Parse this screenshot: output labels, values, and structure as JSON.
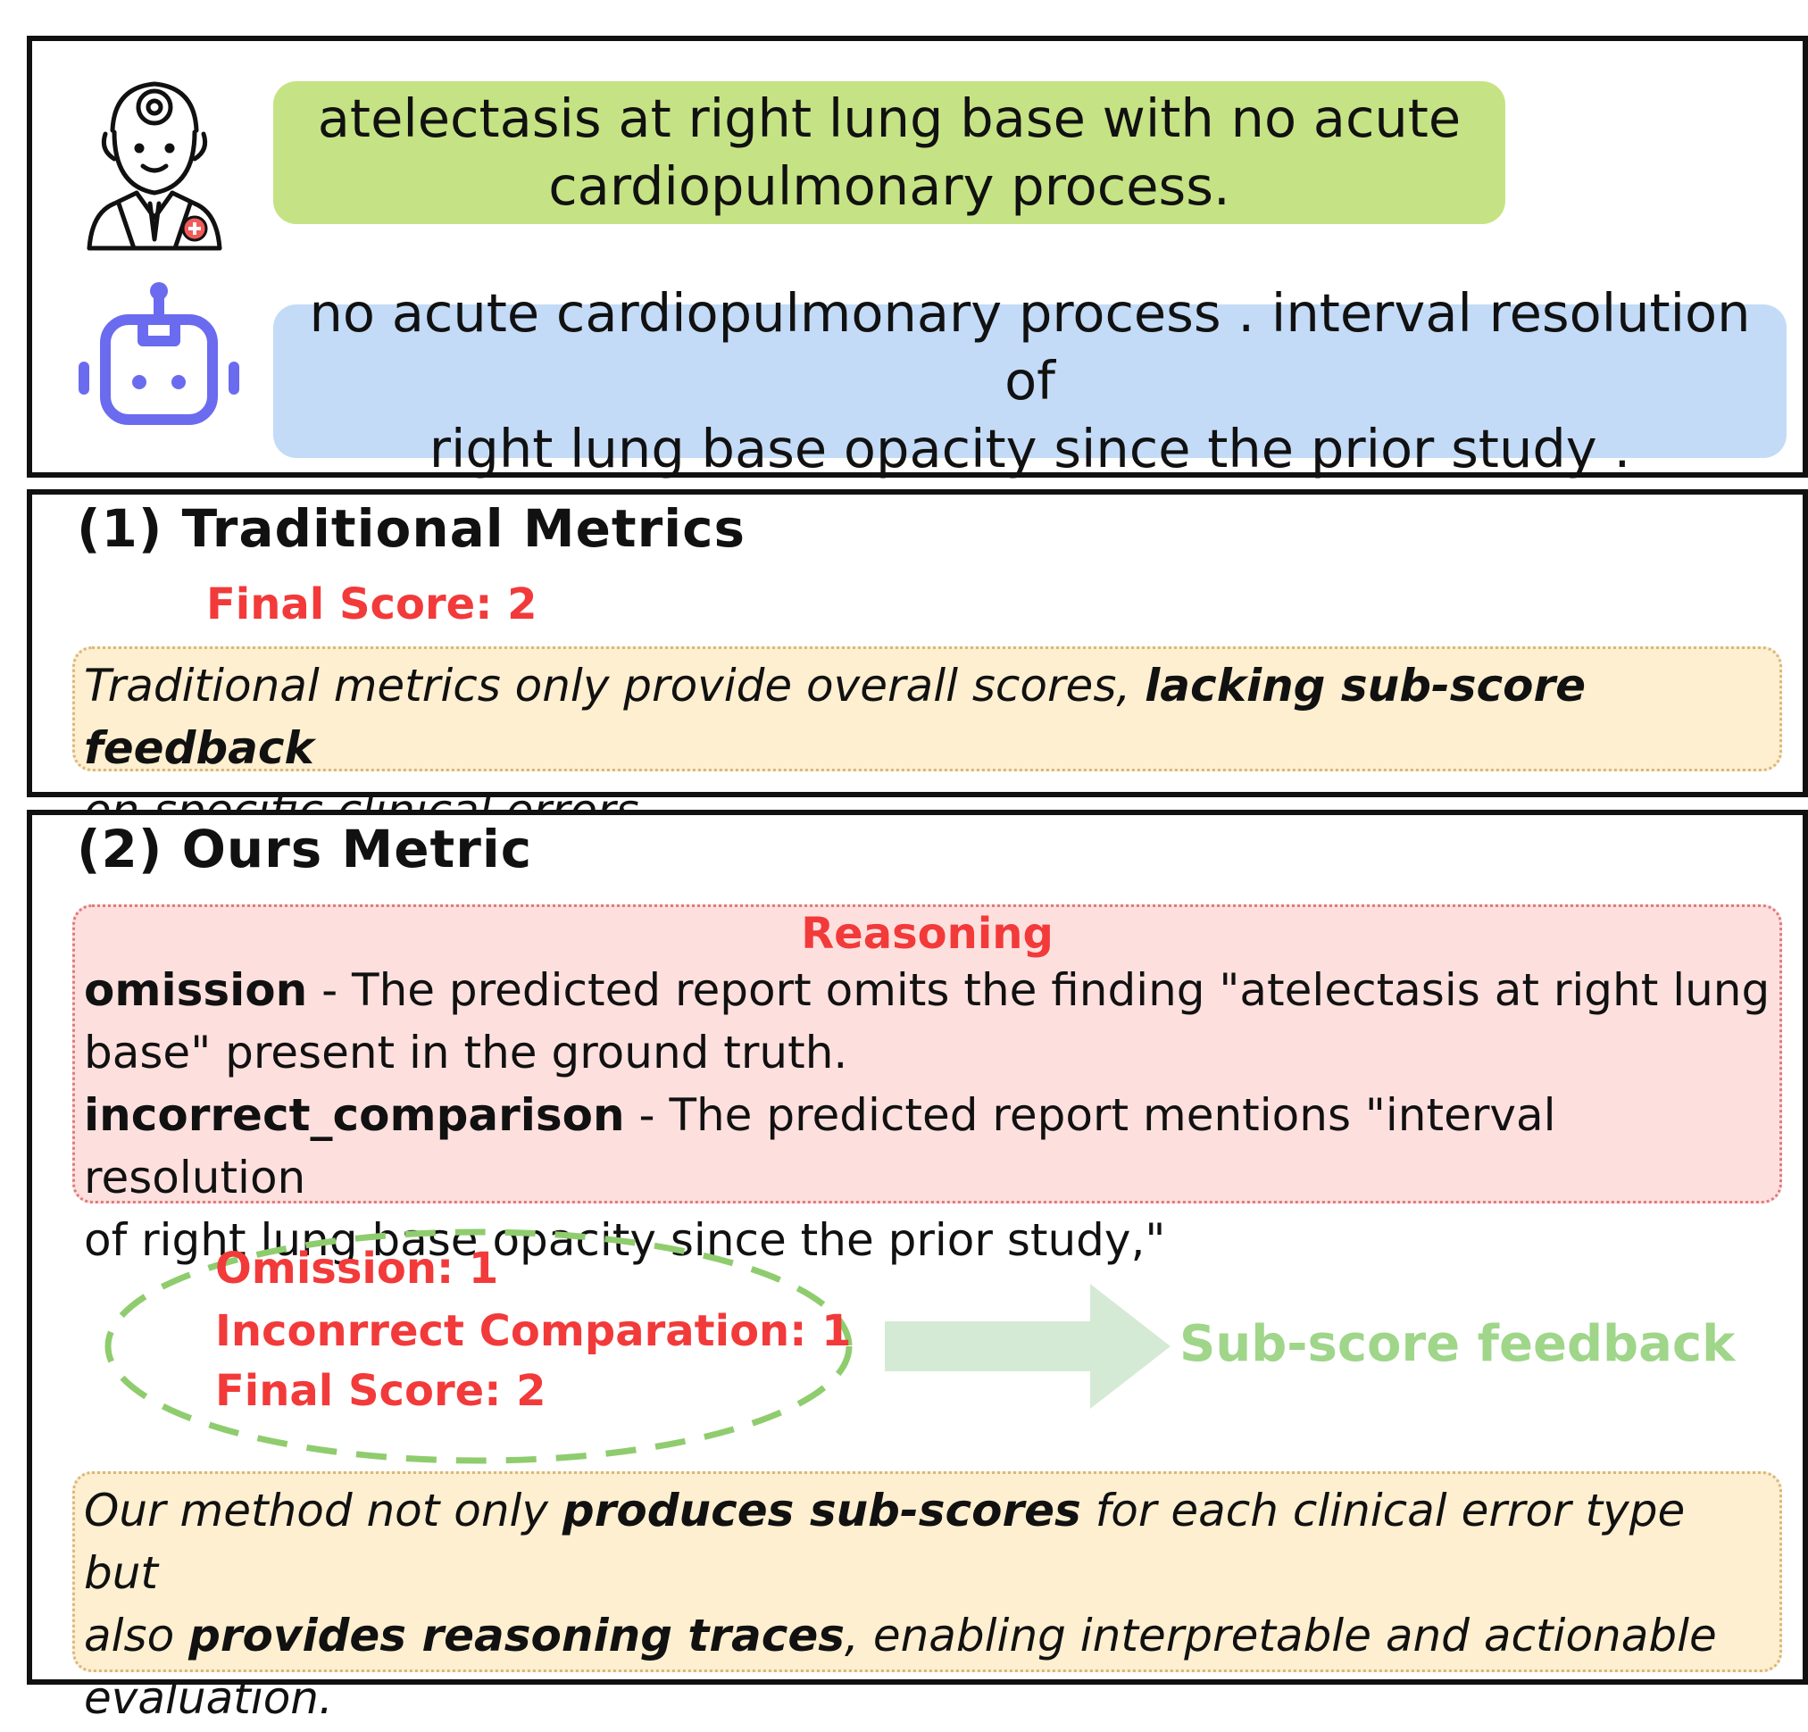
{
  "colors": {
    "ground_truth_bg": "#c5e384",
    "prediction_bg": "#c3dbf7",
    "note_bg": "#fdefd0",
    "reasoning_bg": "#fde0de",
    "highlight_red": "#f23a3a",
    "feedback_green": "#9fd68a",
    "arrow_green": "#d5ead5",
    "robot_purple": "#6b6bf0"
  },
  "icons": {
    "doctor": "doctor-icon",
    "robot": "robot-icon",
    "arrow": "right-arrow-icon"
  },
  "ground_truth": {
    "line1": "atelectasis at right lung base with no acute",
    "line2": "cardiopulmonary process."
  },
  "prediction": {
    "line1": "no acute cardiopulmonary process . interval resolution of",
    "line2": "right lung base opacity since the prior study ."
  },
  "traditional": {
    "title": "(1) Traditional  Metrics",
    "final_score": "Final  Score:  2",
    "note_prefix": "Traditional metrics only provide overall scores, ",
    "note_bold": "lacking sub-score  feedback",
    "note_suffix": "on specific clinical errors"
  },
  "ours": {
    "title": "(2) Ours  Metric",
    "reasoning": {
      "title": "Reasoning",
      "item1_key": "omission",
      "item1_text_a": " - The predicted report omits the finding \"atelectasis at right lung",
      "item1_text_b": "base\" present in the ground truth.",
      "item2_key": "incorrect_comparison",
      "item2_text_a": " - The predicted report mentions \"interval resolution",
      "item2_text_b": "of right lung base opacity since the prior study,\""
    },
    "scores": {
      "omission": "Omission:  1",
      "comparison": "Inconrrect  Comparation:  1",
      "final": "Final  Score:  2"
    },
    "feedback_label": "Sub-score  feedback",
    "note_a": "Our method not only ",
    "note_b": "produces  sub-scores",
    "note_c": " for each clinical error type but",
    "note_d": "also ",
    "note_e": "provides  reasoning  traces",
    "note_f": ", enabling interpretable and actionable",
    "note_g": "evaluation."
  }
}
